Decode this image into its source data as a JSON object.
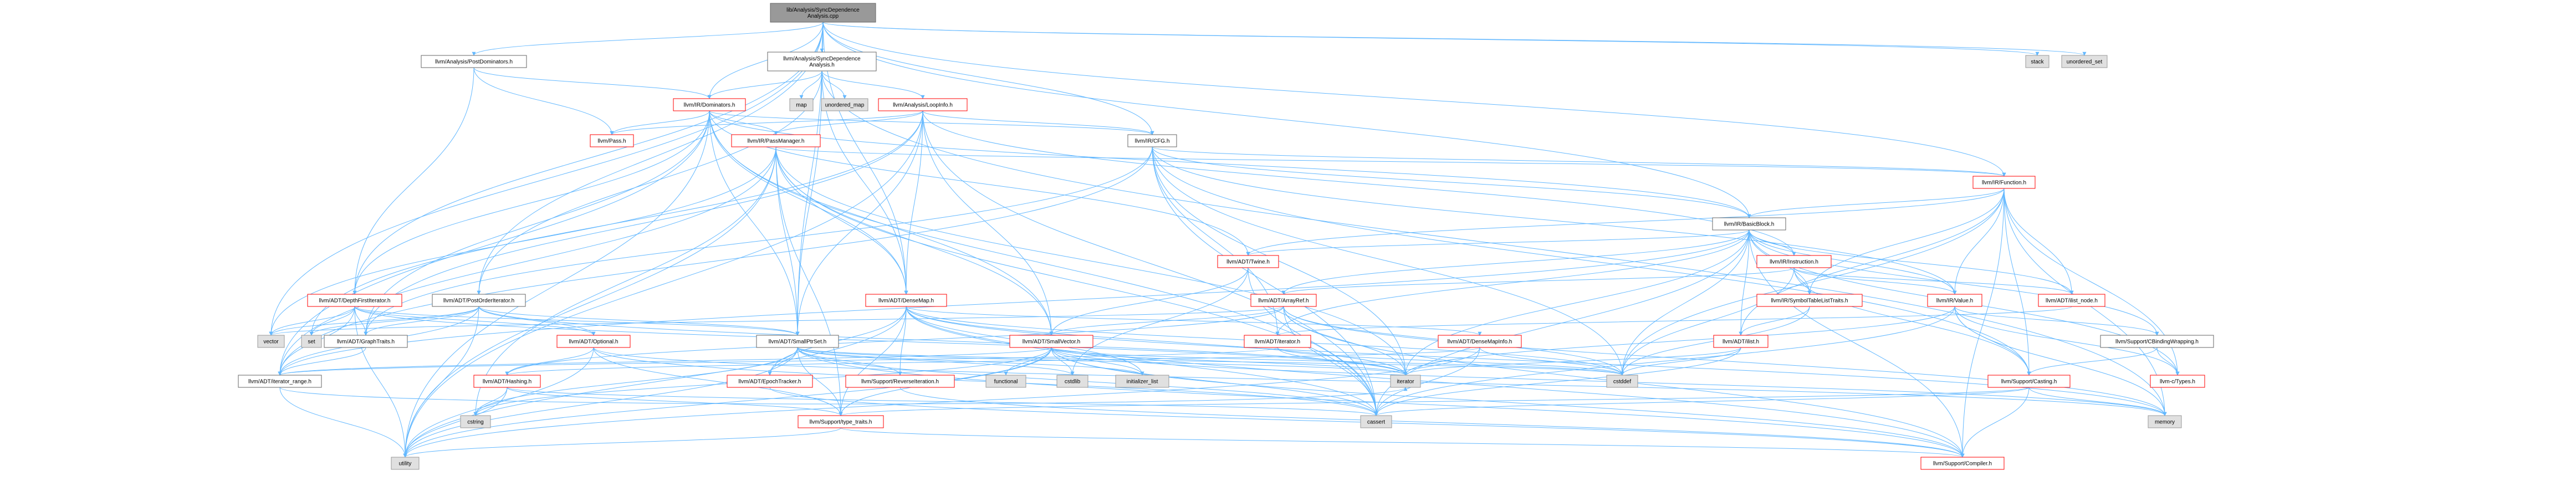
{
  "graph": {
    "nodes": [
      {
        "id": "root",
        "label": [
          "lib/Analysis/SyncDependence",
          "Analysis.cpp"
        ],
        "kind": "root"
      },
      {
        "id": "pdom",
        "label": [
          "llvm/Analysis/PostDominators.h"
        ],
        "kind": "plain"
      },
      {
        "id": "sda",
        "label": [
          "llvm/Analysis/SyncDependence",
          "Analysis.h"
        ],
        "kind": "plain"
      },
      {
        "id": "stack",
        "label": [
          "stack"
        ],
        "kind": "gray"
      },
      {
        "id": "unordered_set",
        "label": [
          "unordered_set"
        ],
        "kind": "gray"
      },
      {
        "id": "dominators",
        "label": [
          "llvm/IR/Dominators.h"
        ],
        "kind": "red"
      },
      {
        "id": "map",
        "label": [
          "map"
        ],
        "kind": "gray"
      },
      {
        "id": "unordered_map",
        "label": [
          "unordered_map"
        ],
        "kind": "gray"
      },
      {
        "id": "loopinfo",
        "label": [
          "llvm/Analysis/LoopInfo.h"
        ],
        "kind": "red"
      },
      {
        "id": "pass",
        "label": [
          "llvm/Pass.h"
        ],
        "kind": "red"
      },
      {
        "id": "passmanager",
        "label": [
          "llvm/IR/PassManager.h"
        ],
        "kind": "red"
      },
      {
        "id": "cfg",
        "label": [
          "llvm/IR/CFG.h"
        ],
        "kind": "plain"
      },
      {
        "id": "function",
        "label": [
          "llvm/IR/Function.h"
        ],
        "kind": "red"
      },
      {
        "id": "basicblock",
        "label": [
          "llvm/IR/BasicBlock.h"
        ],
        "kind": "plain"
      },
      {
        "id": "twine",
        "label": [
          "llvm/ADT/Twine.h"
        ],
        "kind": "red"
      },
      {
        "id": "instruction",
        "label": [
          "llvm/IR/Instruction.h"
        ],
        "kind": "red"
      },
      {
        "id": "dfi",
        "label": [
          "llvm/ADT/DepthFirstIterator.h"
        ],
        "kind": "red"
      },
      {
        "id": "poi",
        "label": [
          "llvm/ADT/PostOrderIterator.h"
        ],
        "kind": "plain"
      },
      {
        "id": "densemap",
        "label": [
          "llvm/ADT/DenseMap.h"
        ],
        "kind": "red"
      },
      {
        "id": "arrayref",
        "label": [
          "llvm/ADT/ArrayRef.h"
        ],
        "kind": "red"
      },
      {
        "id": "symtab",
        "label": [
          "llvm/IR/SymbolTableListTraits.h"
        ],
        "kind": "red"
      },
      {
        "id": "value",
        "label": [
          "llvm/IR/Value.h"
        ],
        "kind": "red"
      },
      {
        "id": "ilistnode",
        "label": [
          "llvm/ADT/ilist_node.h"
        ],
        "kind": "red"
      },
      {
        "id": "vector",
        "label": [
          "vector"
        ],
        "kind": "gray"
      },
      {
        "id": "set",
        "label": [
          "set"
        ],
        "kind": "gray"
      },
      {
        "id": "graphtraits",
        "label": [
          "llvm/ADT/GraphTraits.h"
        ],
        "kind": "plain"
      },
      {
        "id": "optional",
        "label": [
          "llvm/ADT/Optional.h"
        ],
        "kind": "red"
      },
      {
        "id": "smallptrset",
        "label": [
          "llvm/ADT/SmallPtrSet.h"
        ],
        "kind": "plain"
      },
      {
        "id": "smallvector",
        "label": [
          "llvm/ADT/SmallVector.h"
        ],
        "kind": "red"
      },
      {
        "id": "iterator",
        "label": [
          "llvm/ADT/iterator.h"
        ],
        "kind": "red"
      },
      {
        "id": "densemapinfo",
        "label": [
          "llvm/ADT/DenseMapInfo.h"
        ],
        "kind": "red"
      },
      {
        "id": "ilist",
        "label": [
          "llvm/ADT/ilist.h"
        ],
        "kind": "red"
      },
      {
        "id": "cbw",
        "label": [
          "llvm/Support/CBindingWrapping.h"
        ],
        "kind": "plain"
      },
      {
        "id": "iterrange",
        "label": [
          "llvm/ADT/iterator_range.h"
        ],
        "kind": "plain"
      },
      {
        "id": "hashing",
        "label": [
          "llvm/ADT/Hashing.h"
        ],
        "kind": "red"
      },
      {
        "id": "epoch",
        "label": [
          "llvm/ADT/EpochTracker.h"
        ],
        "kind": "red"
      },
      {
        "id": "reviter",
        "label": [
          "llvm/Support/ReverseIteration.h"
        ],
        "kind": "red"
      },
      {
        "id": "functional",
        "label": [
          "functional"
        ],
        "kind": "gray"
      },
      {
        "id": "cstdlib",
        "label": [
          "cstdlib"
        ],
        "kind": "gray"
      },
      {
        "id": "initlist",
        "label": [
          "initializer_list"
        ],
        "kind": "gray"
      },
      {
        "id": "iteratorstd",
        "label": [
          "iterator"
        ],
        "kind": "gray"
      },
      {
        "id": "cstddef",
        "label": [
          "cstddef"
        ],
        "kind": "gray"
      },
      {
        "id": "casting",
        "label": [
          "llvm/Support/Casting.h"
        ],
        "kind": "red"
      },
      {
        "id": "ctypes",
        "label": [
          "llvm-c/Types.h"
        ],
        "kind": "red"
      },
      {
        "id": "cstring",
        "label": [
          "cstring"
        ],
        "kind": "gray"
      },
      {
        "id": "typetraits",
        "label": [
          "llvm/Support/type_traits.h"
        ],
        "kind": "red"
      },
      {
        "id": "cassert",
        "label": [
          "cassert"
        ],
        "kind": "gray"
      },
      {
        "id": "memory",
        "label": [
          "memory"
        ],
        "kind": "gray"
      },
      {
        "id": "utility",
        "label": [
          "utility"
        ],
        "kind": "gray"
      },
      {
        "id": "compiler",
        "label": [
          "llvm/Support/Compiler.h"
        ],
        "kind": "red"
      }
    ]
  }
}
